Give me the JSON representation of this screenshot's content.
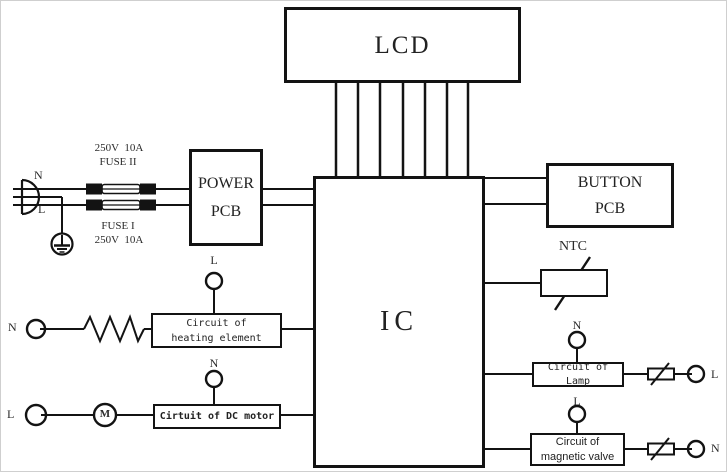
{
  "blocks": {
    "lcd": {
      "label": "LCD"
    },
    "power_pcb": {
      "line1": "POWER",
      "line2": "PCB"
    },
    "button_pcb": {
      "line1": "BUTTON",
      "line2": "PCB"
    },
    "ic": {
      "label": "IC"
    },
    "ntc": {
      "label": "NTC"
    },
    "heating": {
      "line1": "Circuit of",
      "line2": "heating element"
    },
    "dc_motor": {
      "label": "Cirtuit of DC motor"
    },
    "lamp": {
      "label": "Circuit of Lamp"
    },
    "magnetic_valve": {
      "line1": "Circuit of",
      "line2": "magnetic valve"
    }
  },
  "power_input": {
    "plug_top_label": "N",
    "plug_bottom_label": "L",
    "fuse_top": {
      "rating": "250V  10A",
      "name": "FUSE II"
    },
    "fuse_bottom": {
      "name": "FUSE I",
      "rating": "250V  10A"
    }
  },
  "terminals": {
    "heating_supply": "L",
    "heating_input": "N",
    "motor_supply": "N",
    "motor_input": "L",
    "motor_symbol": "M",
    "lamp_supply": "N",
    "lamp_output": "L",
    "valve_supply": "L",
    "valve_output": "N"
  },
  "colors": {
    "line": "#131313",
    "background": "#ffffff"
  }
}
